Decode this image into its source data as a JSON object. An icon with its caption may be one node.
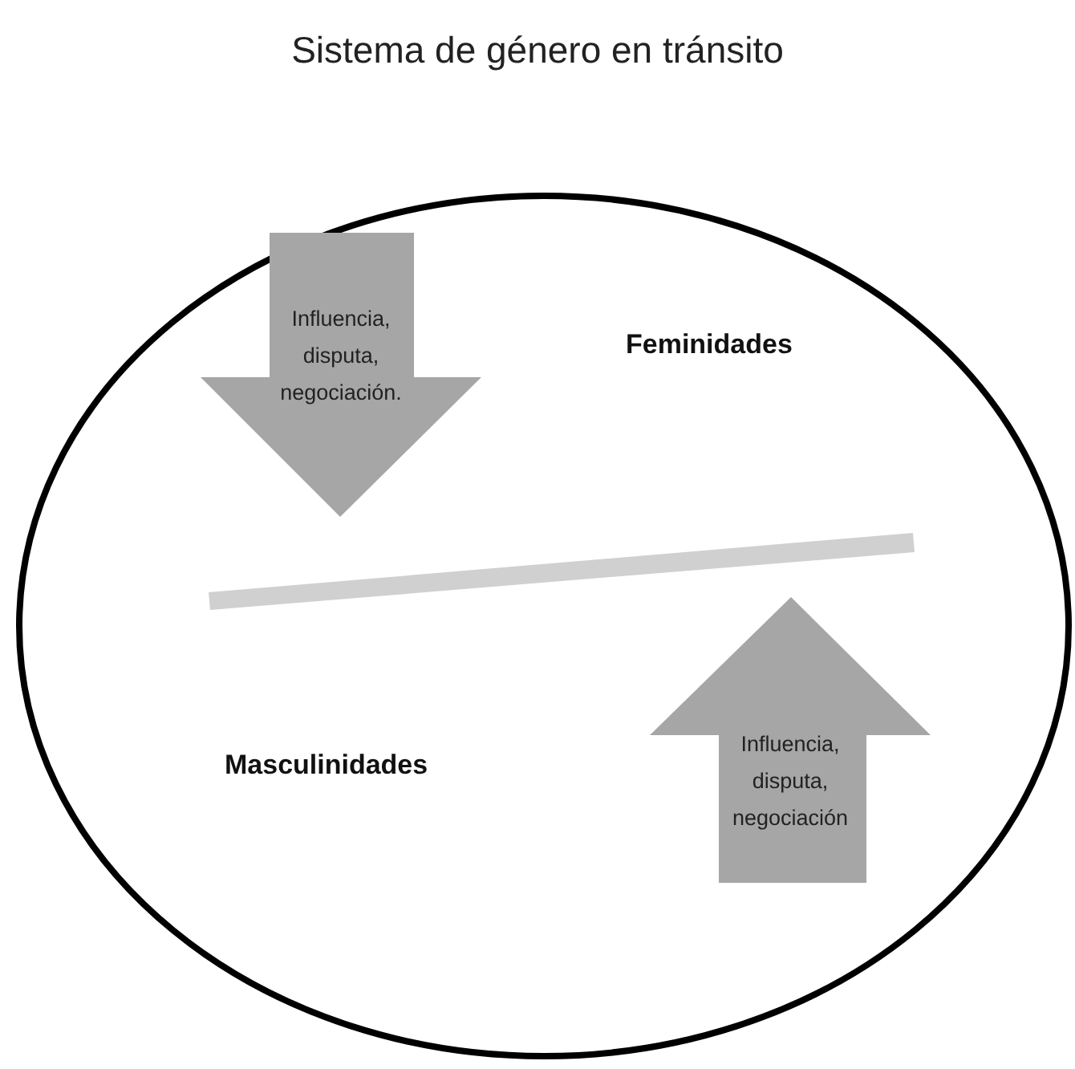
{
  "diagram": {
    "title": "Sistema de género en tránsito",
    "nodes": [
      {
        "text": [],
        "shape": "circle"
      },
      {
        "text": [
          "Influencia, disputa, negociación."
        ],
        "in": 0
      },
      {
        "text": [
          "Influencia, disputa, negociación"
        ],
        "in": 0
      },
      {
        "text": [],
        "shape": "bar",
        "in": 0
      }
    ],
    "labels": [
      "Feminidades",
      "Masculinidades"
    ]
  }
}
